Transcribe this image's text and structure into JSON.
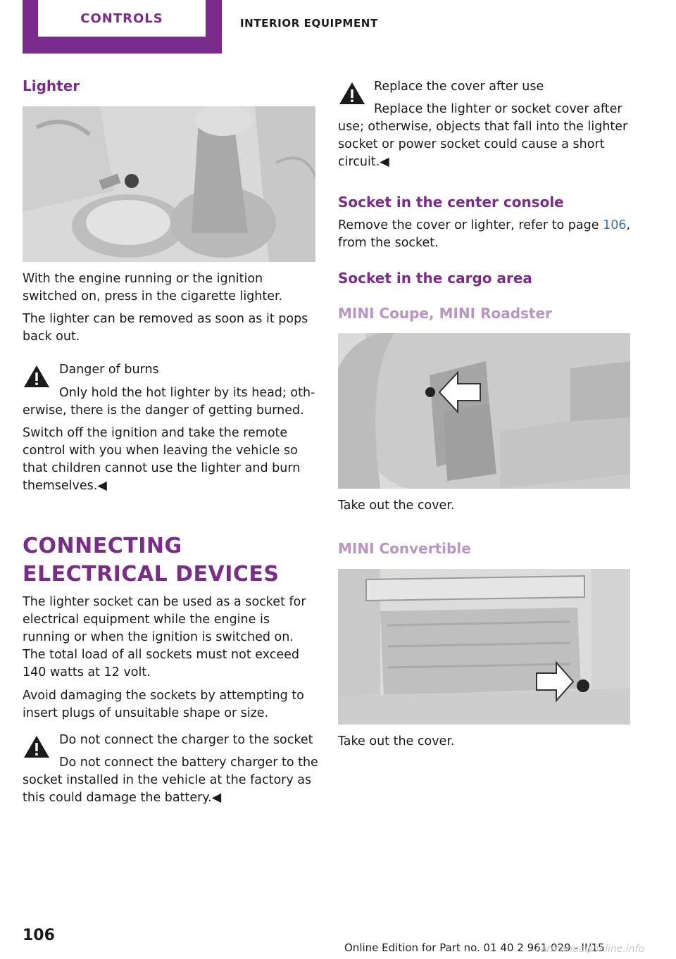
{
  "header": {
    "tab_label": "CONTROLS",
    "section_label": "INTERIOR EQUIPMENT"
  },
  "left": {
    "lighter_heading": "Lighter",
    "lighter_para1": "With the engine running or the ignition switched on, press in the cigarette lighter.",
    "lighter_para2": "The lighter can be removed as soon as it pops back out.",
    "warning1_title": "Danger of burns",
    "warning1_body_first": "Only hold the hot lighter by its head; oth‐",
    "warning1_body_rest": "erwise, there is the danger of getting burned.",
    "warning1_para2": "Switch off the ignition and take the remote control with you when leaving the vehicle so that children cannot use the lighter and burn themselves.◀",
    "section_heading": "Connecting electrical devices",
    "section_para1": "The lighter socket can be used as a socket for electrical equipment while the engine is running or when the ignition is switched on. The total load of all sockets must not exceed 140 watts at 12 volt.",
    "section_para2": "Avoid damaging the sockets by attempting to insert plugs of unsuitable shape or size.",
    "warning2_title": "Do not connect the charger to the socket",
    "warning2_body_first": "Do not connect the battery charger to the",
    "warning2_body_rest": "socket installed in the vehicle at the factory as this could damage the battery.◀"
  },
  "right": {
    "warning3_title": "Replace the cover after use",
    "warning3_body_first": "Replace the lighter or socket cover after",
    "warning3_body_rest": "use; otherwise, objects that fall into the lighter socket or power socket could cause a short circuit.◀",
    "center_heading": "Socket in the center console",
    "center_text_before": "Remove the cover or lighter, refer to page ",
    "center_link": "106",
    "center_text_after": ", from the socket.",
    "cargo_heading": "Socket in the cargo area",
    "coupe_heading": "MINI Coupe, MINI Roadster",
    "coupe_caption": "Take out the cover.",
    "convertible_heading": "MINI Convertible",
    "convertible_caption": "Take out the cover."
  },
  "footer": {
    "page_number": "106",
    "edition": "Online Edition for Part no. 01 40 2 961 029 - II/15",
    "watermark": "carmanualsonline.info"
  },
  "colors": {
    "accent": "#7b2c8a",
    "subheading": "#b995c4",
    "link": "#3a6fd8"
  }
}
